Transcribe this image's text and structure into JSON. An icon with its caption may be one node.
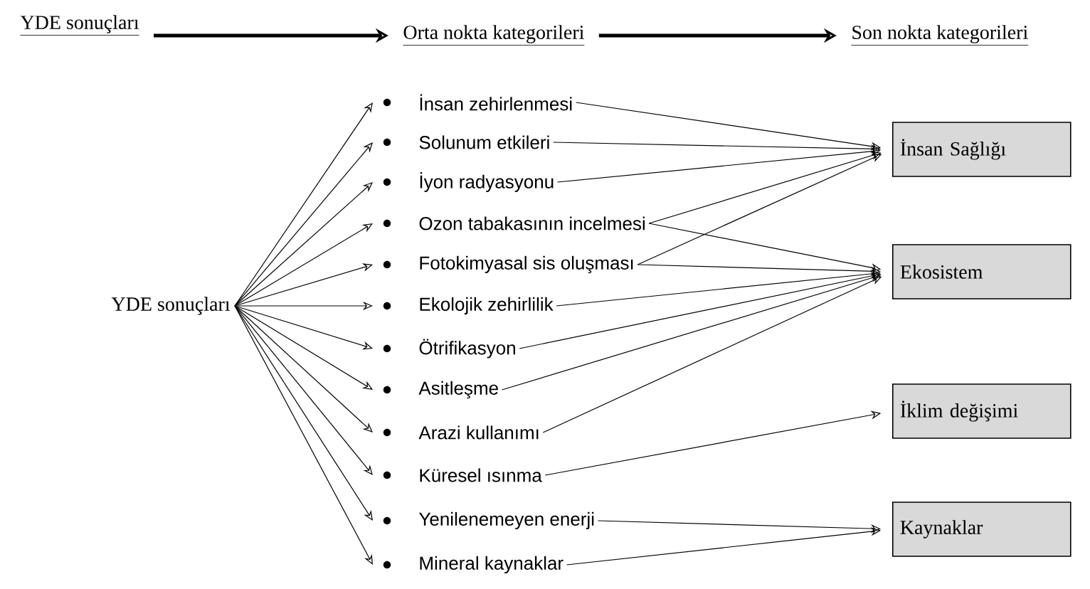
{
  "diagram": {
    "nodes": [
      {
        "text": [
          "YDE sonuçları"
        ]
      },
      {
        "text": [
          "Orta nokta kategorileri"
        ]
      },
      {
        "text": [
          "Son nokta kategorileri"
        ]
      },
      {
        "text": [
          "YDE sonuçları"
        ]
      },
      {
        "text": [
          "İnsan zehirlenmesi"
        ]
      },
      {
        "text": [
          "Solunum etkileri"
        ]
      },
      {
        "text": [
          "İyon radyasyonu"
        ]
      },
      {
        "text": [
          "Ozon tabakasının incelmesi"
        ]
      },
      {
        "text": [
          "Fotokimyasal sis oluşması"
        ]
      },
      {
        "text": [
          "Ekolojik zehirlilik"
        ]
      },
      {
        "text": [
          "Ötrifikasyon"
        ]
      },
      {
        "text": [
          "Asitleşme"
        ]
      },
      {
        "text": [
          "Arazi kullanımı"
        ]
      },
      {
        "text": [
          "Küresel ısınma"
        ]
      },
      {
        "text": [
          "Yenilenemeyen enerji"
        ]
      },
      {
        "text": [
          "Mineral kaynaklar"
        ]
      },
      {
        "text": [
          "İnsan Sağlığı"
        ]
      },
      {
        "text": [
          "Ekosistem"
        ]
      },
      {
        "text": [
          "İklim değişimi"
        ]
      },
      {
        "text": [
          "Kaynaklar"
        ]
      }
    ],
    "edges": [
      {
        "from": 0,
        "to": 1,
        "arrow": "to",
        "style": "thick"
      },
      {
        "from": 1,
        "to": 2,
        "arrow": "to",
        "style": "thick"
      },
      {
        "from": 3,
        "to": 4,
        "arrow": "to"
      },
      {
        "from": 3,
        "to": 5,
        "arrow": "to"
      },
      {
        "from": 3,
        "to": 6,
        "arrow": "to"
      },
      {
        "from": 3,
        "to": 7,
        "arrow": "to"
      },
      {
        "from": 3,
        "to": 8,
        "arrow": "to"
      },
      {
        "from": 3,
        "to": 9,
        "arrow": "to"
      },
      {
        "from": 3,
        "to": 10,
        "arrow": "to"
      },
      {
        "from": 3,
        "to": 11,
        "arrow": "to"
      },
      {
        "from": 3,
        "to": 12,
        "arrow": "to"
      },
      {
        "from": 3,
        "to": 13,
        "arrow": "to"
      },
      {
        "from": 3,
        "to": 14,
        "arrow": "to"
      },
      {
        "from": 3,
        "to": 15,
        "arrow": "to"
      },
      {
        "from": 4,
        "to": 16,
        "arrow": "to"
      },
      {
        "from": 5,
        "to": 16,
        "arrow": "to"
      },
      {
        "from": 6,
        "to": 16,
        "arrow": "to"
      },
      {
        "from": 7,
        "to": 16,
        "arrow": "to"
      },
      {
        "from": 7,
        "to": 17,
        "arrow": "to"
      },
      {
        "from": 8,
        "to": 16,
        "arrow": "to"
      },
      {
        "from": 8,
        "to": 17,
        "arrow": "to"
      },
      {
        "from": 9,
        "to": 17,
        "arrow": "to"
      },
      {
        "from": 10,
        "to": 17,
        "arrow": "to"
      },
      {
        "from": 11,
        "to": 17,
        "arrow": "to"
      },
      {
        "from": 12,
        "to": 17,
        "arrow": "to"
      },
      {
        "from": 13,
        "to": 18,
        "arrow": "to"
      },
      {
        "from": 14,
        "to": 19,
        "arrow": "to"
      },
      {
        "from": 15,
        "to": 19,
        "arrow": "to"
      }
    ]
  }
}
